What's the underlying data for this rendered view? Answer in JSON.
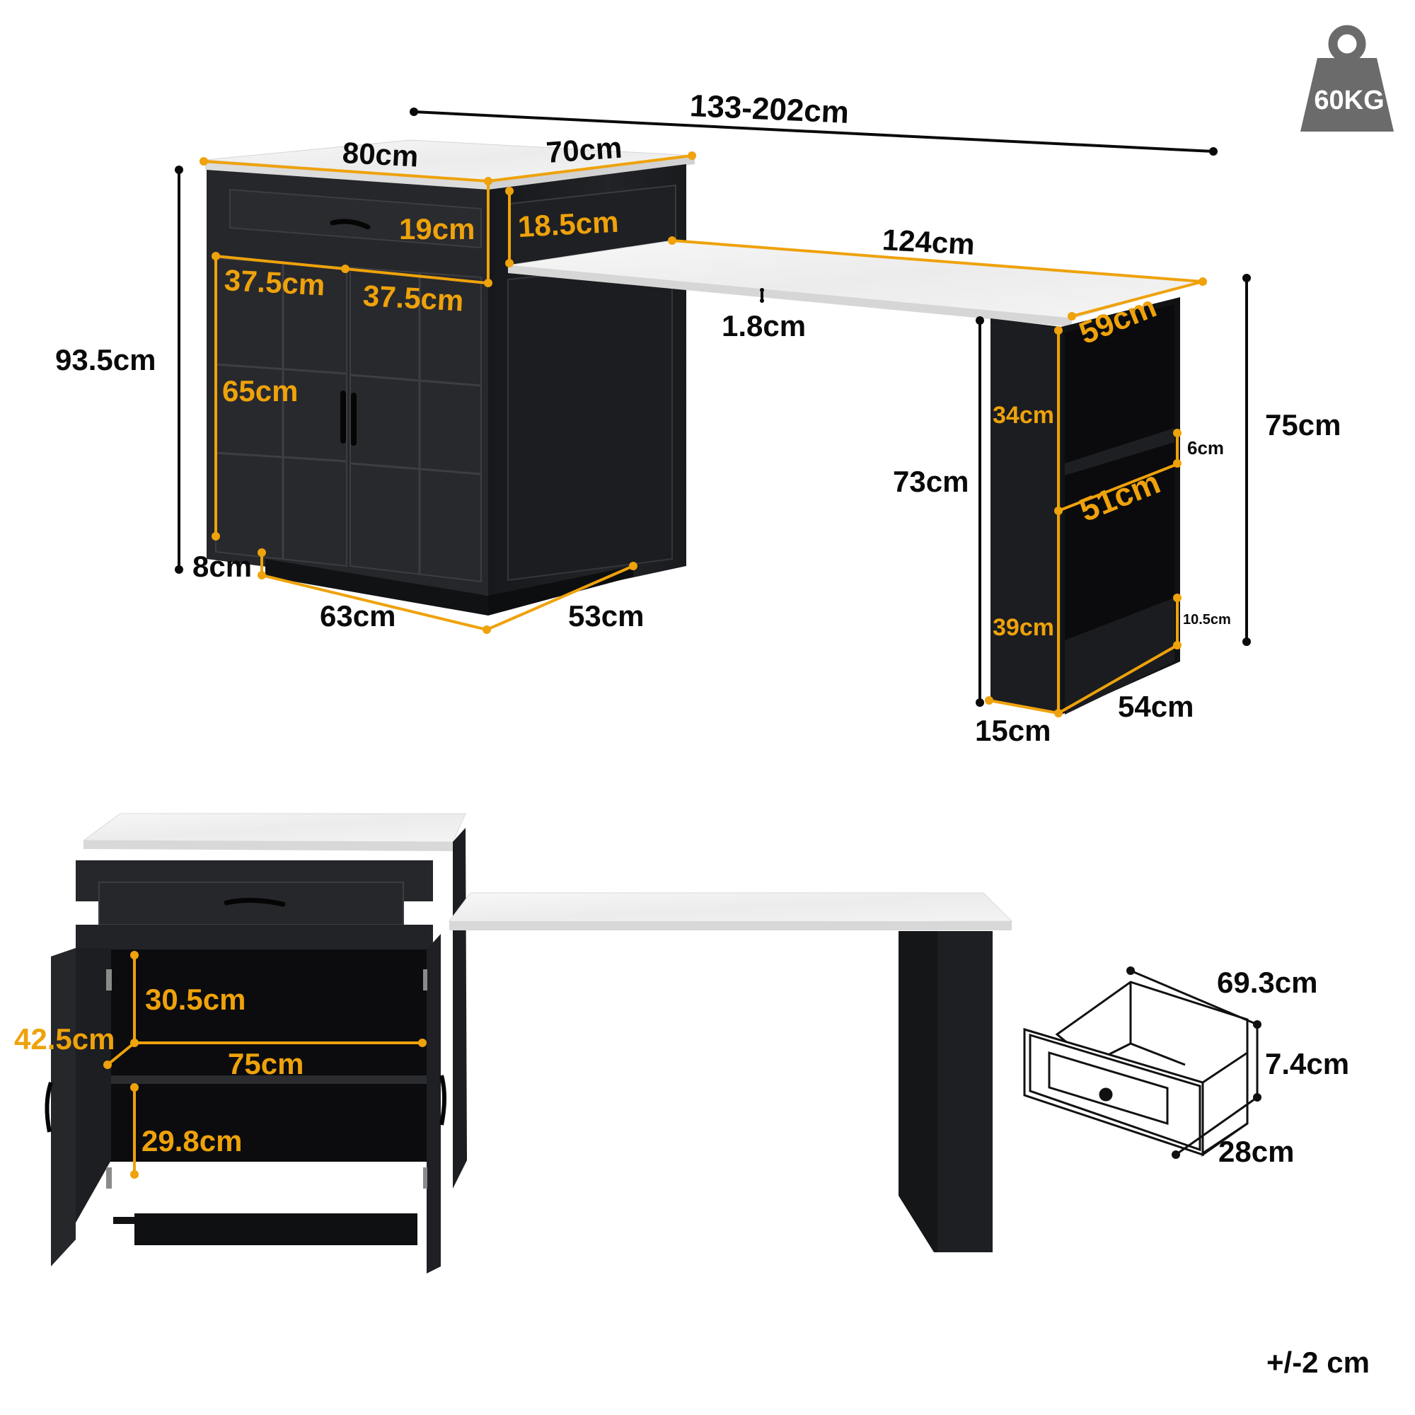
{
  "product": {
    "description": "Kitchen island cabinet with extendable marble-top desk — dimension diagram"
  },
  "weight_badge": {
    "icon": "weight-icon",
    "label": "60KG",
    "color": "#6b6b6b"
  },
  "tolerance": "+/-2 cm",
  "colors": {
    "accent_orange": "#eea20b",
    "cabinet_black": "#26272b",
    "marble": "#efefef",
    "text_black": "#0a0a0a"
  },
  "top_view": {
    "overall_length": "133-202cm",
    "cabinet": {
      "top_width": "80cm",
      "top_depth": "70cm",
      "height": "93.5cm",
      "drawer_height_front": "19cm",
      "drawer_height_side": "18.5cm",
      "door_width_left": "37.5cm",
      "door_width_right": "37.5cm",
      "door_height": "65cm",
      "base_height": "8cm",
      "base_width": "63cm",
      "base_depth": "53cm"
    },
    "desk": {
      "top_length": "124cm",
      "top_thickness": "1.8cm",
      "top_depth": "59cm",
      "overall_height": "75cm",
      "leg_height": "73cm",
      "leg_upper_opening": "34cm",
      "shelf_thickness": "6cm",
      "shelf_depth": "51cm",
      "leg_lower_opening": "39cm",
      "bottom_rail": "10.5cm",
      "leg_depth": "54cm",
      "leg_width": "15cm"
    }
  },
  "bottom_view": {
    "cabinet_interior": {
      "upper_compartment_height": "30.5cm",
      "interior_depth": "42.5cm",
      "interior_width": "75cm",
      "lower_compartment_height": "29.8cm"
    },
    "drawer": {
      "length": "69.3cm",
      "height": "7.4cm",
      "depth": "28cm"
    }
  }
}
